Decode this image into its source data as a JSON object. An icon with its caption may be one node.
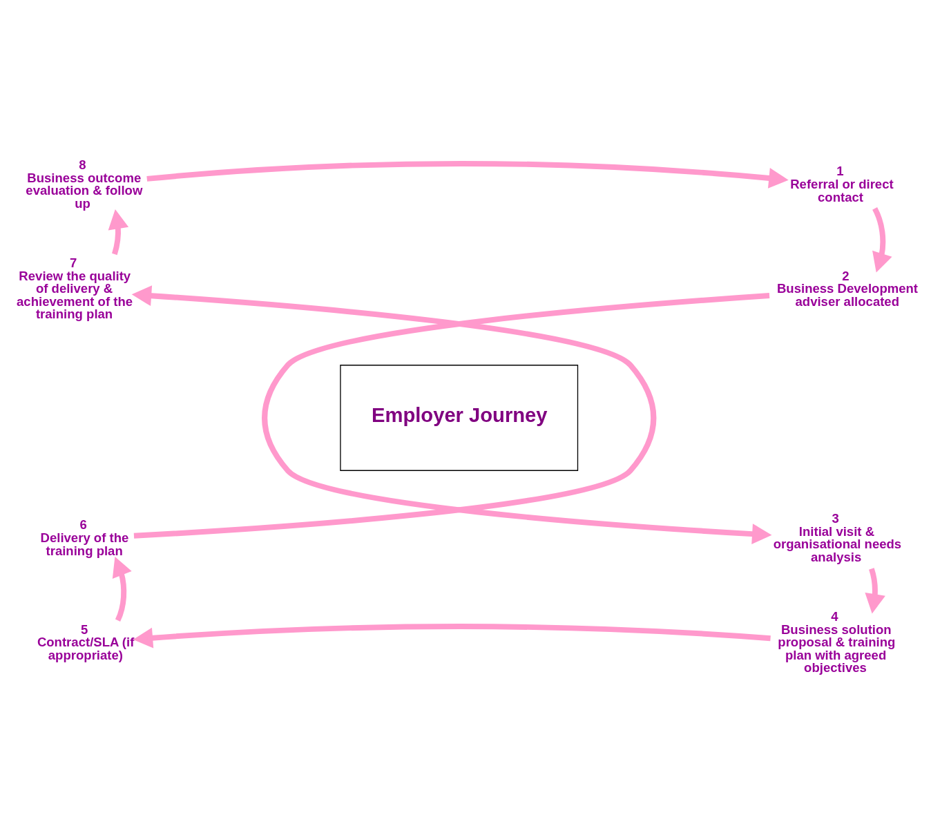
{
  "diagram": {
    "nodes": [
      {
        "text": [
          "1",
          "Referral or direct contact"
        ]
      },
      {
        "text": [
          "2",
          "Business Development adviser allocated"
        ]
      },
      {
        "text": [
          "3",
          "Initial visit & organisational needs analysis"
        ]
      },
      {
        "text": [
          "4",
          "Business solution proposal & training plan with agreed objectives"
        ]
      },
      {
        "text": [
          "5",
          "Contract/SLA (if appropriate)"
        ]
      },
      {
        "text": [
          "6",
          "Delivery of the training plan"
        ]
      },
      {
        "text": [
          "7",
          "Review the quality of delivery & achievement of the training plan"
        ]
      },
      {
        "text": [
          "8",
          "Business outcome evaluation & follow up"
        ]
      },
      {
        "text": [
          "Employer Journey"
        ]
      }
    ],
    "edges": [
      {
        "from": 0,
        "to": 1,
        "arrow": "to"
      },
      {
        "from": 1,
        "to": 2,
        "arrow": "to"
      },
      {
        "from": 2,
        "to": 3,
        "arrow": "to"
      },
      {
        "from": 3,
        "to": 4,
        "arrow": "to"
      },
      {
        "from": 4,
        "to": 5,
        "arrow": "to"
      },
      {
        "from": 5,
        "to": 6,
        "arrow": "to"
      },
      {
        "from": 6,
        "to": 7,
        "arrow": "to"
      },
      {
        "from": 7,
        "to": 0,
        "arrow": "to"
      }
    ]
  }
}
